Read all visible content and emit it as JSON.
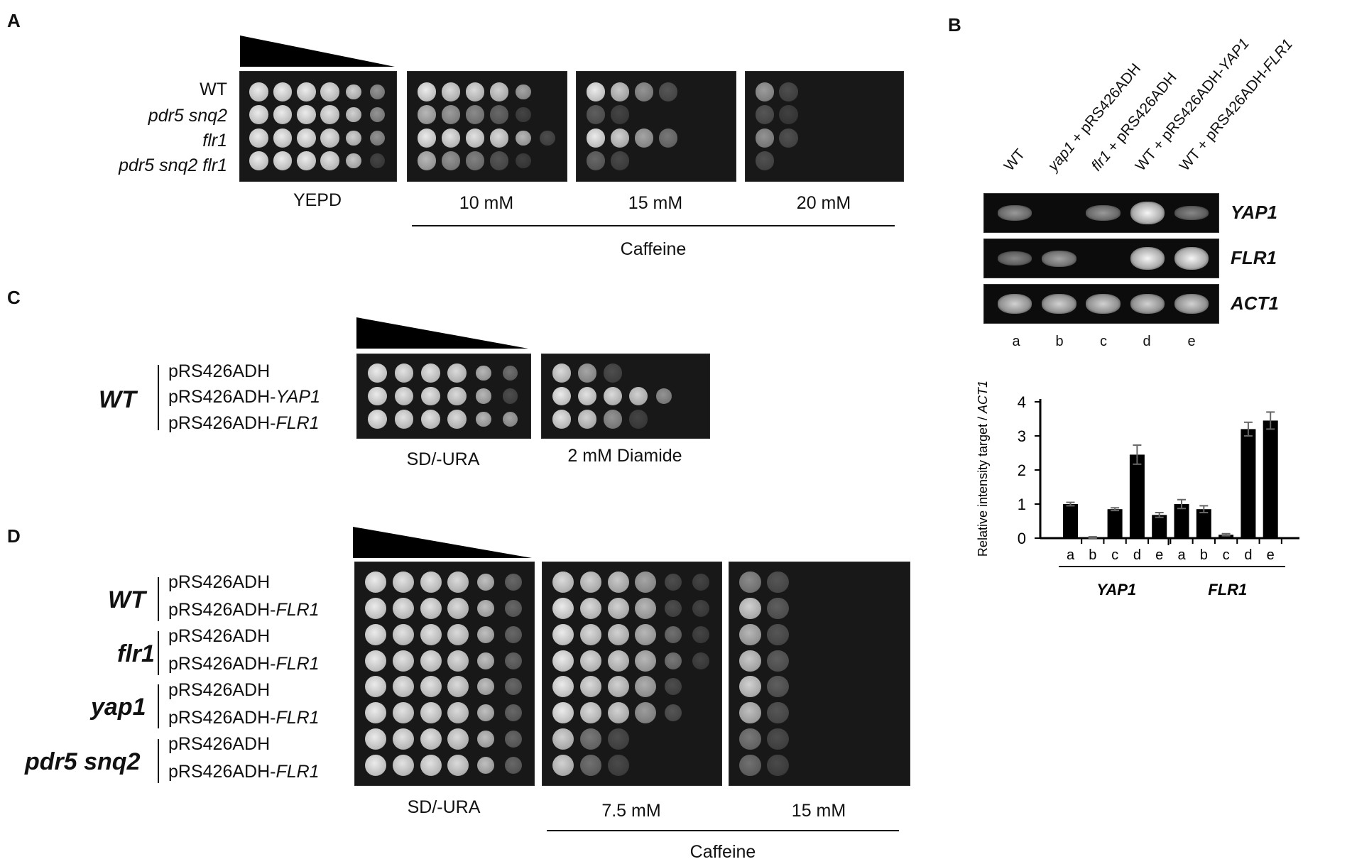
{
  "panelA": {
    "letter": "A",
    "strains": [
      "WT",
      "pdr5 snq2",
      "flr1",
      "pdr5 snq2 flr1"
    ],
    "plates": [
      "YEPD",
      "10 mM",
      "15 mM",
      "20 mM"
    ],
    "group_label": "Caffeine"
  },
  "panelB": {
    "letter": "B",
    "lanes": [
      {
        "prefix": "WT",
        "suffix": ""
      },
      {
        "prefix": "yap1",
        "suffix": " + pRS426ADH"
      },
      {
        "prefix": "flr1",
        "suffix": " + pRS426ADH"
      },
      {
        "prefix": "WT + pRS426ADH-",
        "suffix": "YAP1"
      },
      {
        "prefix": "WT + pRS426ADH-",
        "suffix": "FLR1"
      }
    ],
    "genes": [
      "YAP1",
      "FLR1",
      "ACT1"
    ],
    "lane_letters": [
      "a",
      "b",
      "c",
      "d",
      "e"
    ]
  },
  "chart_data": {
    "type": "bar",
    "ylabel_prefix": "Relative intensity target / ",
    "ylabel_gene": "ACT1",
    "ylim": [
      0,
      4
    ],
    "yticks": [
      "0",
      "1",
      "2",
      "3",
      "4"
    ],
    "groups": [
      {
        "name": "YAP1",
        "categories": [
          "a",
          "b",
          "c",
          "d",
          "e"
        ],
        "values": [
          1.0,
          0.02,
          0.85,
          2.45,
          0.68
        ],
        "errors": [
          0.05,
          0.02,
          0.04,
          0.28,
          0.07
        ]
      },
      {
        "name": "FLR1",
        "categories": [
          "a",
          "b",
          "c",
          "d",
          "e"
        ],
        "values": [
          1.0,
          0.85,
          0.1,
          3.2,
          3.45
        ],
        "errors": [
          0.13,
          0.1,
          0.03,
          0.2,
          0.25
        ]
      }
    ],
    "grid": false
  },
  "panelC": {
    "letter": "C",
    "strain": "WT",
    "plasmids": [
      {
        "prefix": "pRS426ADH",
        "gene": ""
      },
      {
        "prefix": "pRS426ADH-",
        "gene": "YAP1"
      },
      {
        "prefix": "pRS426ADH-",
        "gene": "FLR1"
      }
    ],
    "plates": [
      "SD/-URA",
      "2 mM Diamide"
    ]
  },
  "panelD": {
    "letter": "D",
    "strains": [
      "WT",
      "flr1",
      "yap1",
      "pdr5 snq2"
    ],
    "plasmid_empty": "pRS426ADH",
    "plasmid_prefix": "pRS426ADH-",
    "plasmid_gene": "FLR1",
    "plates": [
      "SD/-URA",
      "7.5 mM",
      "15 mM"
    ],
    "group_label": "Caffeine"
  },
  "colors": {
    "plate": "#181818",
    "spot": "#d8d8d8",
    "bar": "#000000"
  }
}
